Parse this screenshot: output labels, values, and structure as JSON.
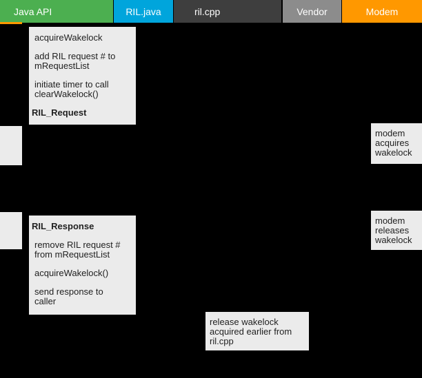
{
  "header": {
    "tabs": [
      {
        "id": "java-api",
        "label": "Java API",
        "color": "#4caf50"
      },
      {
        "id": "ril-java",
        "label": "RIL.java",
        "color": "#00a5dc"
      },
      {
        "id": "ril-cpp",
        "label": "ril.cpp",
        "color": "#3e3e3e"
      },
      {
        "id": "vendor",
        "label": "Vendor",
        "color": "#8c8c8c"
      },
      {
        "id": "modem",
        "label": "Modem",
        "color": "#ff9800"
      }
    ]
  },
  "notes": {
    "ril_request": {
      "paragraphs": [
        "acquireWakelock",
        "add RIL request # to\nmRequestList",
        "initiate timer to call\nclearWakelock()"
      ],
      "title": "RIL_Request"
    },
    "modem_acquires": "modem\nacquires\nwakelock",
    "ril_response": {
      "title": "RIL_Response",
      "paragraphs": [
        "remove RIL request #\nfrom mRequestList",
        "acquireWakelock()",
        "send response to\ncaller"
      ]
    },
    "modem_releases": "modem\nreleases\nwakelock",
    "release_wakelock": "release wakelock\nacquired earlier from\nril.cpp"
  },
  "colors": {
    "background": "#000000",
    "modem_strip": "#ff9800",
    "note_background": "#ebebeb",
    "note_text": "#212121",
    "tab_text": "#ffffff"
  }
}
